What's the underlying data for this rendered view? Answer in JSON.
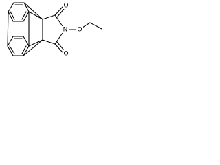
{
  "molecule": {
    "atoms": {
      "oxygen_top": "O",
      "oxygen_bottom": "O",
      "nitrogen": "N",
      "oxygen_ether": "O"
    }
  }
}
